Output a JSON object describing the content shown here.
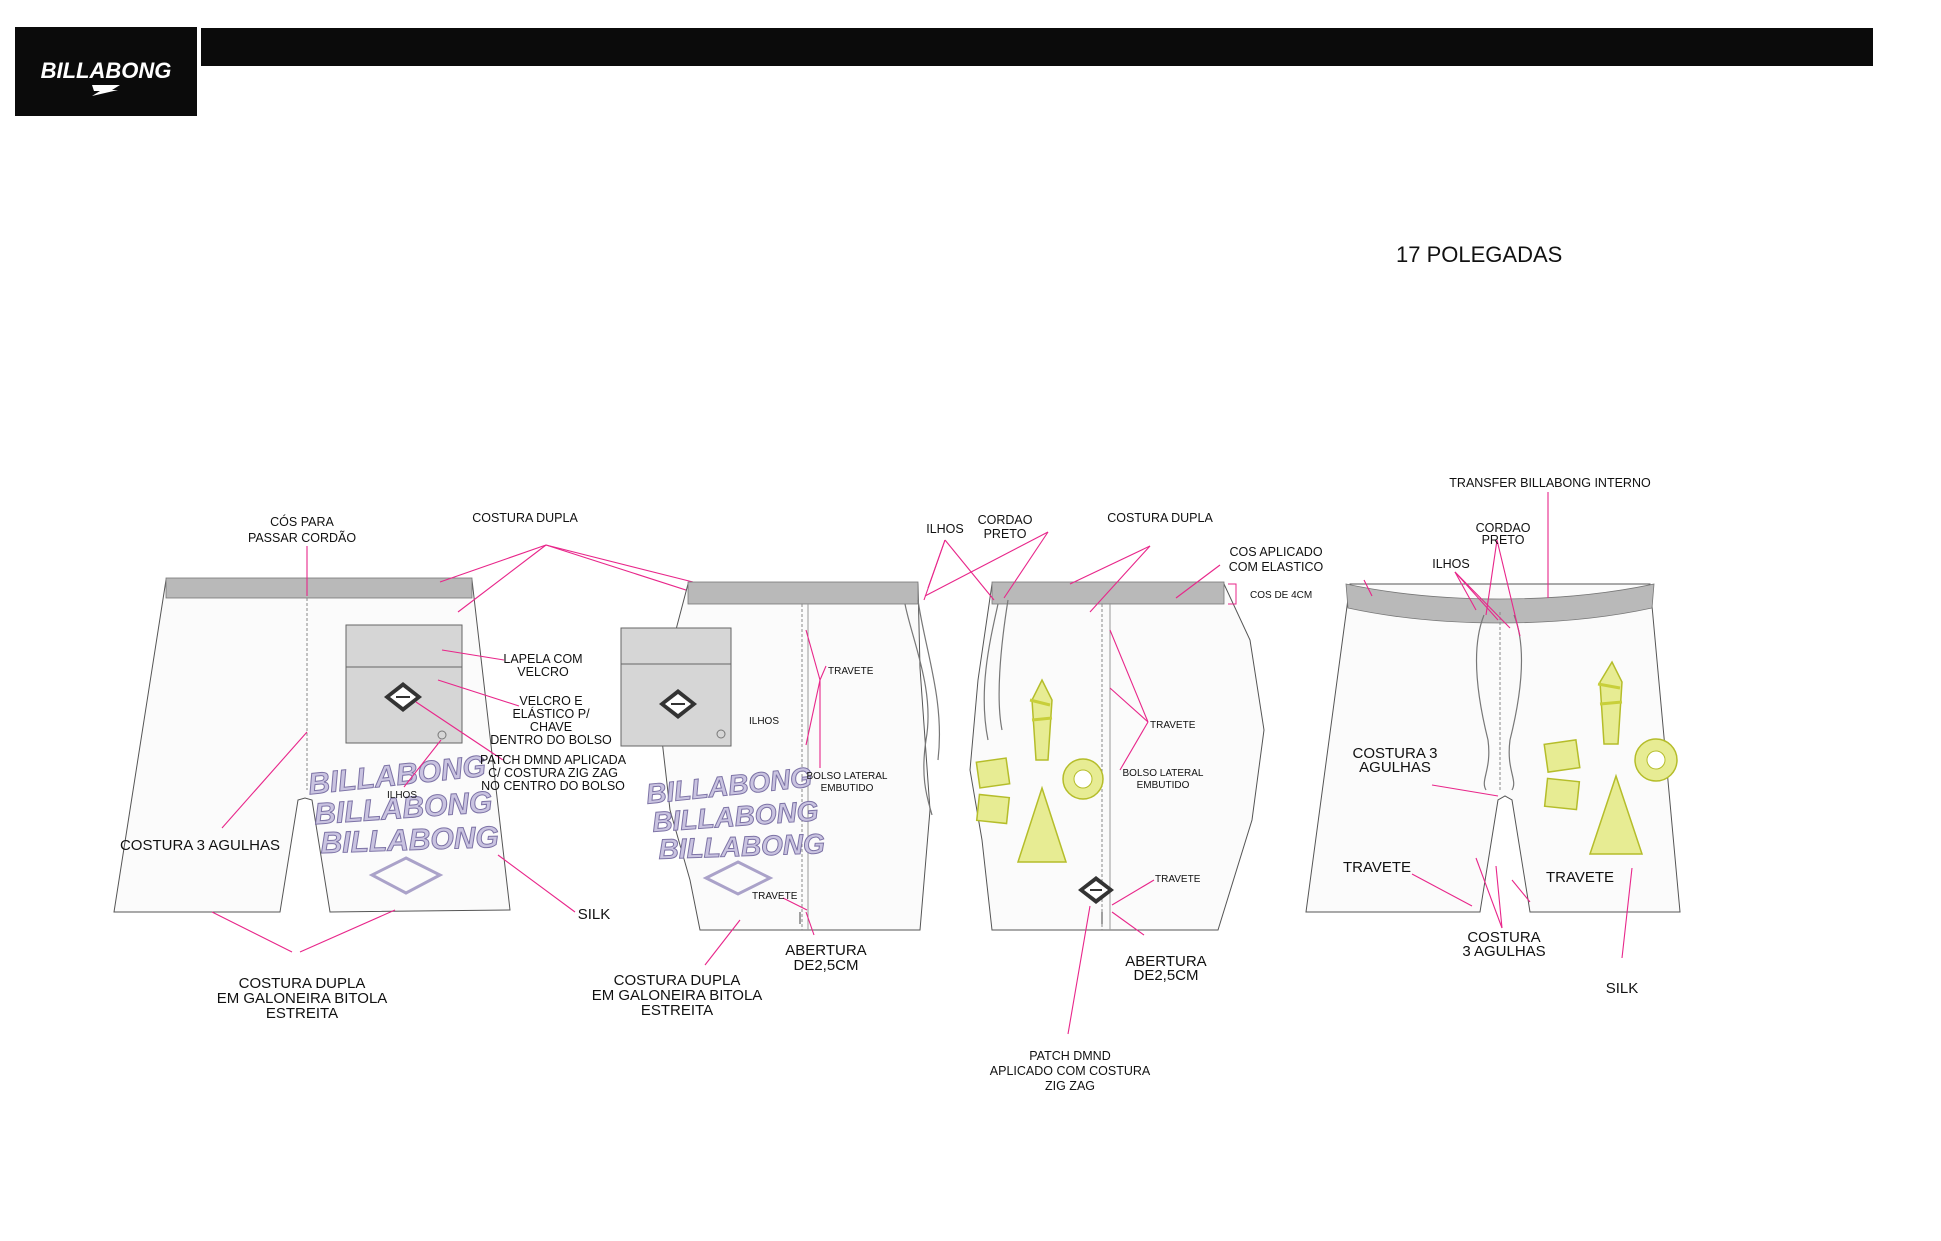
{
  "header": {
    "brand": "BILLABONG",
    "size_title": "17 POLEGADAS"
  },
  "colors": {
    "header_bar": "#0b0b0b",
    "leader_lines": "#e8268a",
    "waistband": "#b9b9b9",
    "silk_print": "#8f84b8",
    "transfer_print": "#e7ec93"
  },
  "icons": [
    "billabong-logo-icon",
    "dmnd-patch-icon"
  ],
  "views": {
    "front": {
      "cos_line1": "CÓS PARA",
      "cos_line2": "PASSAR CORDÃO",
      "costura_dupla": "COSTURA DUPLA",
      "lapela_line1": "LAPELA COM",
      "lapela_line2": "VELCRO",
      "velcro_line1": "VELCRO E",
      "velcro_line2": "ELÁSTICO P/",
      "velcro_line3": "CHAVE",
      "velcro_line4": "DENTRO DO BOLSO",
      "patch_line1": "PATCH DMND APLICADA",
      "patch_line2": "C/ COSTURA ZIG ZAG",
      "patch_line3": "NO CENTRO DO BOLSO",
      "ilhos": "ILHOS",
      "costura3": "COSTURA 3 AGULHAS",
      "silk": "SILK",
      "hem_line1": "COSTURA DUPLA",
      "hem_line2": "EM GALONEIRA BITOLA",
      "hem_line3": "ESTREITA"
    },
    "side_left": {
      "ilhos_small": "ILHOS",
      "travete": "TRAVETE",
      "bolso_line1": "BOLSO LATERAL",
      "bolso_line2": "EMBUTIDO",
      "travete_bottom": "TRAVETE",
      "abertura_line1": "ABERTURA",
      "abertura_line2": "DE2,5CM",
      "hem_line1": "COSTURA DUPLA",
      "hem_line2": "EM GALONEIRA BITOLA",
      "hem_line3": "ESTREITA"
    },
    "side_right": {
      "ilhos": "ILHOS",
      "cordao_line1": "CORDAO",
      "cordao_line2": "PRETO",
      "costura_dupla": "COSTURA DUPLA",
      "cos_aplicado_line1": "COS APLICADO",
      "cos_aplicado_line2": "COM ELASTICO",
      "cos_4cm": "COS DE 4CM",
      "travete": "TRAVETE",
      "bolso_line1": "BOLSO LATERAL",
      "bolso_line2": "EMBUTIDO",
      "travete_bottom": "TRAVETE",
      "abertura_line1": "ABERTURA",
      "abertura_line2": "DE2,5CM",
      "patch_line1": "PATCH DMND",
      "patch_line2": "APLICADO COM COSTURA",
      "patch_line3": "ZIG ZAG"
    },
    "back": {
      "transfer": "TRANSFER BILLABONG INTERNO",
      "cordao_line1": "CORDAO",
      "cordao_line2": "PRETO",
      "ilhos": "ILHOS",
      "costura3_line1": "COSTURA 3",
      "costura3_line2": "AGULHAS",
      "travete_left": "TRAVETE",
      "travete_right": "TRAVETE",
      "costura_line1": "COSTURA",
      "costura_line2": "3 AGULHAS",
      "silk": "SILK"
    }
  }
}
